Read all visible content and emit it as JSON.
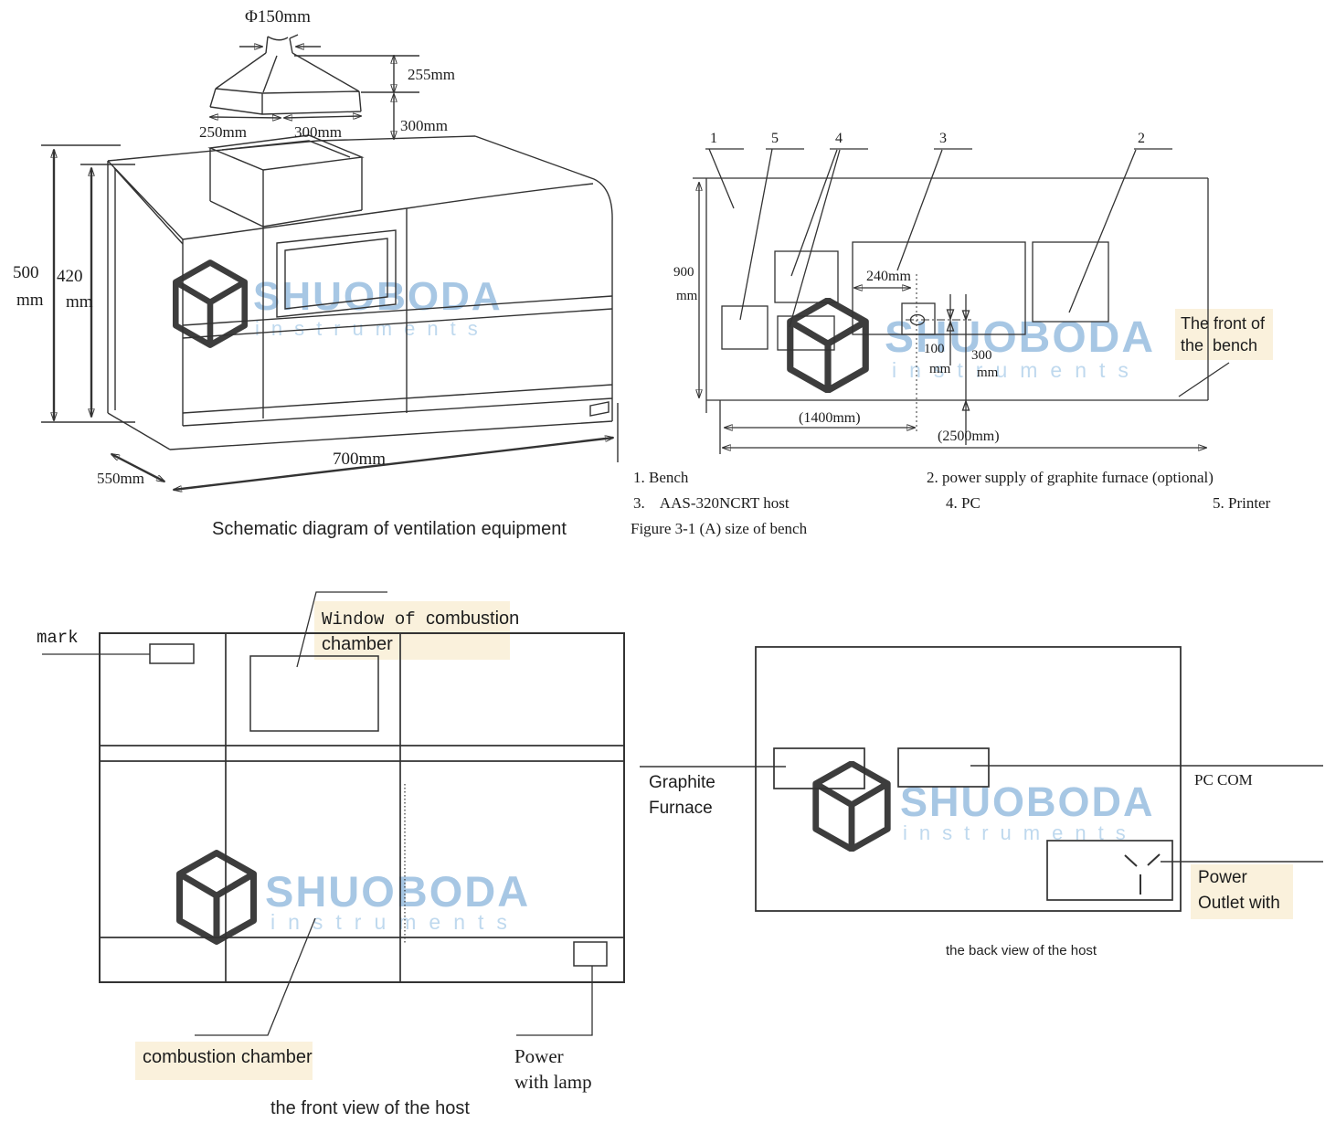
{
  "colors": {
    "line": "#333333",
    "highlight": "#faf1dc",
    "watermark_brand": "#a3c5e3",
    "watermark_sub": "#bcd7ee"
  },
  "watermark": {
    "brand": "SHUOBODA",
    "sub": "instruments"
  },
  "vent": {
    "dia": "Φ150mm",
    "h255": "255mm",
    "h300": "300mm",
    "w250": "250mm",
    "w300": "300mm",
    "h500a": "500",
    "h500b": "mm",
    "h420a": "420",
    "h420b": "mm",
    "d550": "550mm",
    "w700": "700mm",
    "caption": "Schematic diagram of ventilation equipment"
  },
  "bench": {
    "num1": "1",
    "num5": "5",
    "num4": "4",
    "num3": "3",
    "num2": "2",
    "v900a": "900",
    "v900b": "mm",
    "d240": "240mm",
    "d100a": "100",
    "d100b": "mm",
    "d300a": "300",
    "d300b": "mm",
    "d1400": "(1400mm)",
    "d2500": "(2500mm)",
    "front_label_1": "The front of",
    "front_label_2": "the  bench",
    "legend_1": "1. Bench",
    "legend_2": "2. power supply of graphite furnace (optional)",
    "legend_3": "3.    AAS-320NCRT host",
    "legend_4": "4. PC",
    "legend_5": "5. Printer",
    "figure_caption": "Figure 3-1 (A) size of bench"
  },
  "front_view": {
    "mark": "mark",
    "window_label_1a": "Window of ",
    "window_label_1b": "combustion",
    "window_label_2": "chamber",
    "combustion": "combustion chamber",
    "power_1": "Power",
    "power_2": "with lamp",
    "caption": "the front view of the host"
  },
  "back_view": {
    "graphite_1": "Graphite",
    "graphite_2": "Furnace",
    "pc_com": "PC COM",
    "power_1": "Power",
    "power_2": "Outlet with",
    "caption": "the back view of the host"
  }
}
